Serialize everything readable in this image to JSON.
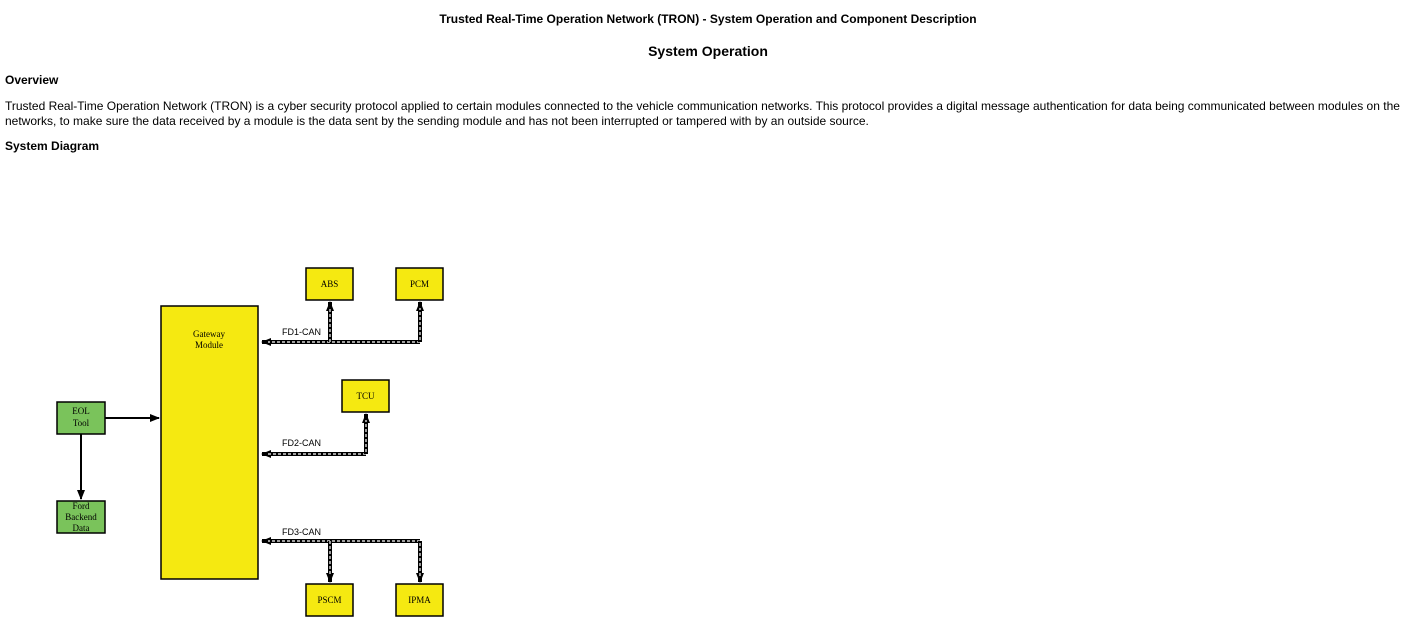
{
  "document": {
    "title": "Trusted Real-Time Operation Network (TRON) - System Operation and Component Description",
    "section_title": "System Operation",
    "overview_heading": "Overview",
    "overview_paragraph": "Trusted Real-Time Operation Network (TRON) is a cyber security protocol applied to certain modules connected to the vehicle communication networks. This protocol provides a digital message authentication for data being communicated between modules on the networks, to make sure the data received by a module is the data sent by the sending module and has not been interrupted or tampered with by an outside source.",
    "diagram_heading": "System Diagram"
  },
  "diagram": {
    "colors": {
      "module_fill": "#f5e911",
      "tool_fill": "#7ac35b",
      "outline": "#000000"
    },
    "modules": {
      "gateway_line1": "Gateway",
      "gateway_line2": "Module",
      "abs": "ABS",
      "pcm": "PCM",
      "tcu": "TCU",
      "pscm": "PSCM",
      "ipma": "IPMA",
      "eol_line1": "EOL",
      "eol_line2": "Tool",
      "ford_line1": "Ford",
      "ford_line2": "Backend",
      "ford_line3": "Data"
    },
    "buses": {
      "fd1": "FD1-CAN",
      "fd2": "FD2-CAN",
      "fd3": "FD3-CAN"
    }
  }
}
